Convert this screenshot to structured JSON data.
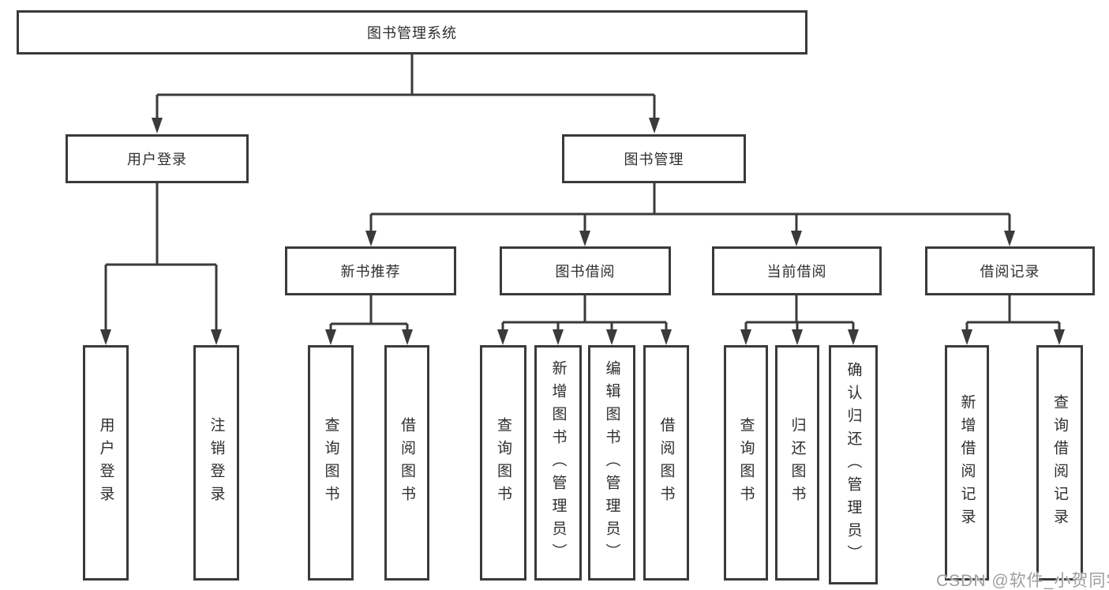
{
  "title": "图书管理系统",
  "tree": {
    "label": "图书管理系统",
    "children": [
      {
        "label": "用户登录",
        "children": [
          {
            "label": "用户登录"
          },
          {
            "label": "注销登录"
          }
        ]
      },
      {
        "label": "图书管理",
        "children": [
          {
            "label": "新书推荐",
            "children": [
              {
                "label": "查询图书"
              },
              {
                "label": "借阅图书"
              }
            ]
          },
          {
            "label": "图书借阅",
            "children": [
              {
                "label": "查询图书"
              },
              {
                "label": "新增图书（管理员）"
              },
              {
                "label": "编辑图书（管理员）"
              },
              {
                "label": "借阅图书"
              }
            ]
          },
          {
            "label": "当前借阅",
            "children": [
              {
                "label": "查询图书"
              },
              {
                "label": "归还图书"
              },
              {
                "label": "确认归还（管理员）"
              }
            ]
          },
          {
            "label": "借阅记录",
            "children": [
              {
                "label": "新增借阅记录"
              },
              {
                "label": "查询借阅记录"
              }
            ]
          }
        ]
      }
    ]
  },
  "watermark": {
    "text": "CSDN @软件_小贺同学"
  },
  "colors": {
    "line": "#3a3a3a",
    "text": "#2e2e2e",
    "watermark": "#9e9e9e",
    "background": "#ffffff"
  }
}
